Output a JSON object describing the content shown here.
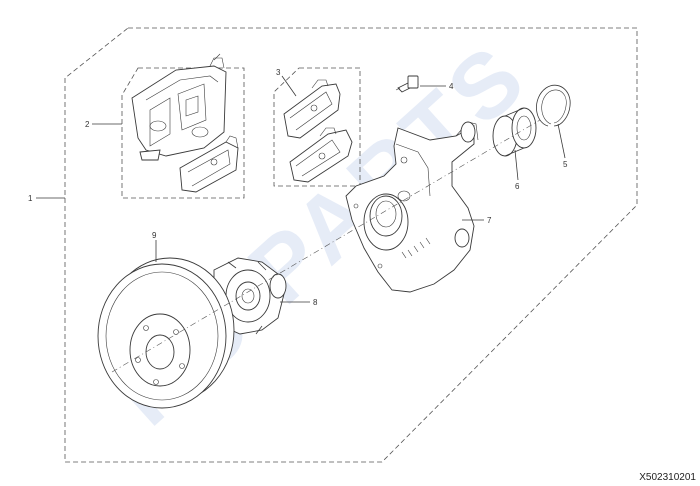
{
  "watermark": "HO PARTS",
  "diagram_code": "X502310201",
  "callouts": [
    "1",
    "2",
    "3",
    "4",
    "5",
    "6",
    "7",
    "8",
    "9"
  ],
  "colors": {
    "line": "#3a3a3a",
    "watermark": "#e6ecf7",
    "background": "#ffffff"
  }
}
